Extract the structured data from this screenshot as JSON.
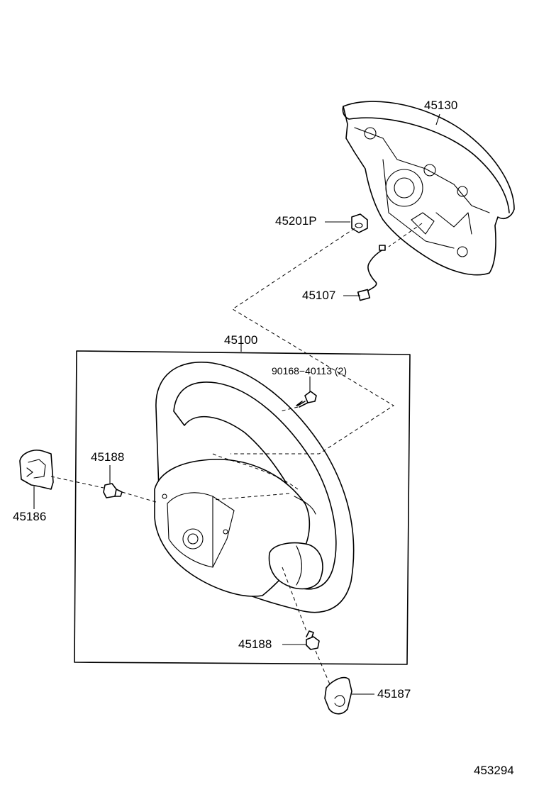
{
  "labels": {
    "pad_45130": "45130",
    "nut_45201P": "45201P",
    "wire_45107": "45107",
    "wheel_45100": "45100",
    "bolt_90168": "90168−40113 (2)",
    "plug_upper_45188": "45188",
    "cover_45186": "45186",
    "plug_lower_45188": "45188",
    "cover_45187": "45187",
    "diagram_number": "453294"
  }
}
